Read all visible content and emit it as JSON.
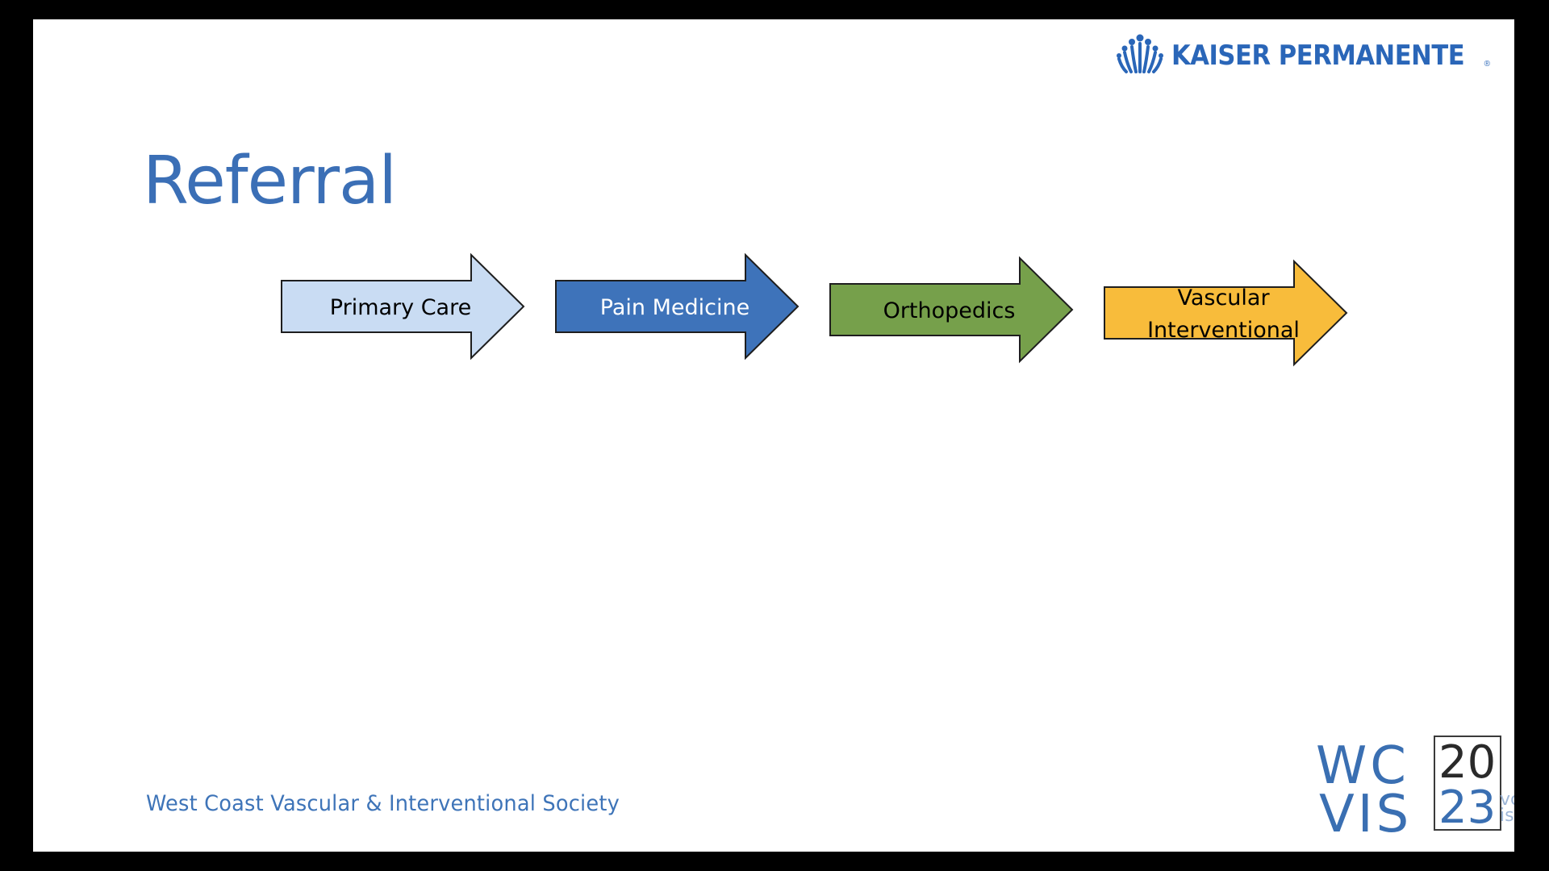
{
  "logo": {
    "text": "KAISER PERMANENTE",
    "reg": "®",
    "color": "#2a66b8"
  },
  "slide": {
    "title": "Referral"
  },
  "flow": [
    {
      "label_lines": [
        "Primary Care"
      ],
      "fill": "#c9dcf3",
      "text_color": "#000000"
    },
    {
      "label_lines": [
        "Pain Medicine"
      ],
      "fill": "#3e73ba",
      "text_color": "#ffffff"
    },
    {
      "label_lines": [
        "Orthopedics"
      ],
      "fill": "#76a04b",
      "text_color": "#000000"
    },
    {
      "label_lines": [
        "Vascular",
        "Interventional"
      ],
      "fill": "#f8bc3b",
      "text_color": "#000000"
    }
  ],
  "footer": {
    "society": "West Coast Vascular & Interventional Society"
  },
  "badge": {
    "row1": "WC",
    "row2": "VIS",
    "year_top": "20",
    "year_bottom": "23",
    "mini_top": "vc",
    "mini_bottom": "is"
  }
}
